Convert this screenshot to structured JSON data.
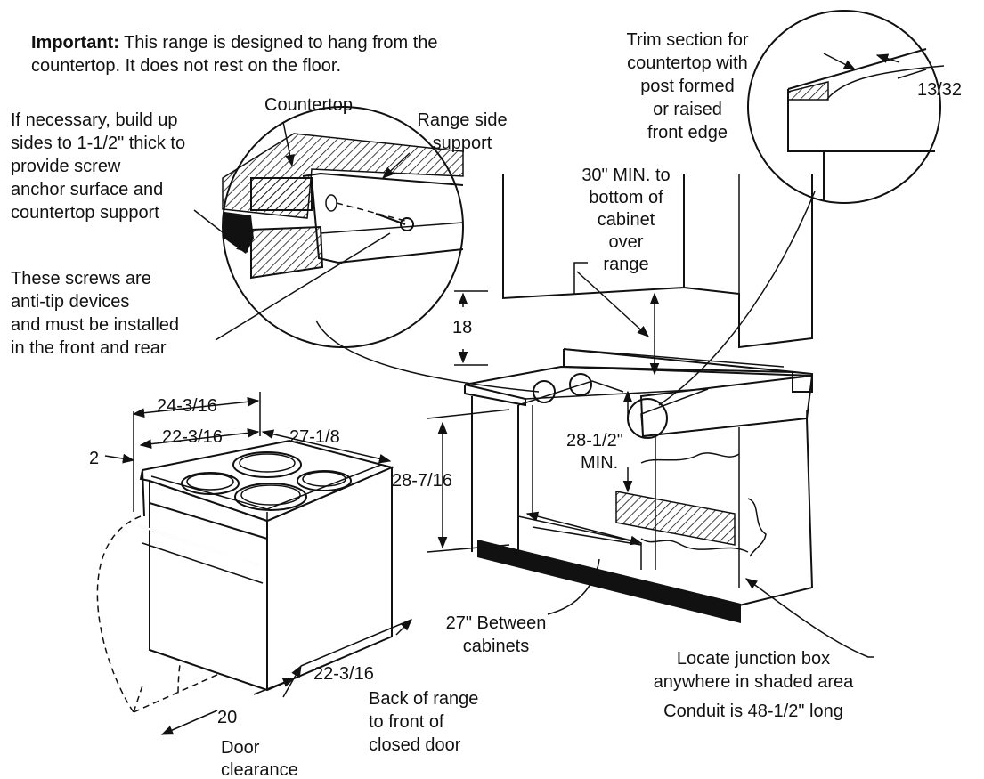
{
  "important": {
    "heading": "Important:",
    "line1_rest": " This range is designed to hang from the",
    "line2": "countertop. It does not rest on the floor."
  },
  "callouts": {
    "countertop": "Countertop",
    "range_side_support": [
      "Range side",
      "support"
    ],
    "build_up": [
      "If necessary, build up",
      "sides to 1-1/2\" thick to",
      "provide screw",
      "anchor surface and",
      "countertop support"
    ],
    "screws": [
      "These screws are",
      "anti-tip devices",
      "and must be installed",
      "in the front and rear"
    ],
    "trim_section": [
      "Trim section for",
      "countertop with",
      "post formed",
      "or raised",
      "front edge"
    ],
    "cabinet_clearance": [
      "30\" MIN. to",
      "bottom of",
      "cabinet",
      "over",
      "range"
    ],
    "between_cabinets": [
      "27\" Between",
      "cabinets"
    ],
    "junction_box": [
      "Locate junction box",
      "anywhere in shaded area"
    ],
    "conduit": "Conduit is 48-1/2\" long",
    "back_of_range": [
      "Back of range",
      "to front of",
      "closed door"
    ],
    "door_clearance": [
      "Door",
      "clearance"
    ]
  },
  "dimensions": {
    "trim_depth": "13/32",
    "height_18": "18",
    "width_24": "24-3/16",
    "width_22": "22-3/16",
    "depth_27": "27-1/8",
    "edge_2": "2",
    "opening_height": "28-7/16",
    "min_height": [
      "28-1/2\"",
      "MIN."
    ],
    "depth_22_bottom": "22-3/16",
    "door_20": "20"
  }
}
